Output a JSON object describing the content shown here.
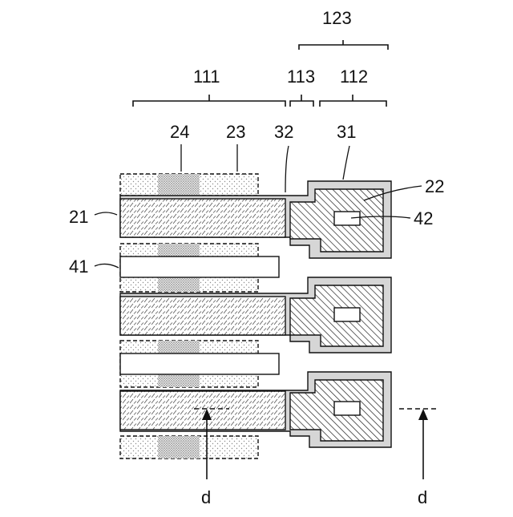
{
  "labels": {
    "group_123": "123",
    "group_111": "111",
    "group_113": "113",
    "group_112": "112",
    "ref_24": "24",
    "ref_23": "23",
    "ref_32": "32",
    "ref_31": "31",
    "ref_22": "22",
    "ref_21": "21",
    "ref_42": "42",
    "ref_41": "41",
    "section_left": "d",
    "section_right": "d"
  },
  "colors": {
    "line": "#111111",
    "dots": "#9a9a9a",
    "hatch": "#222222",
    "shade": "#cfcfcf"
  }
}
